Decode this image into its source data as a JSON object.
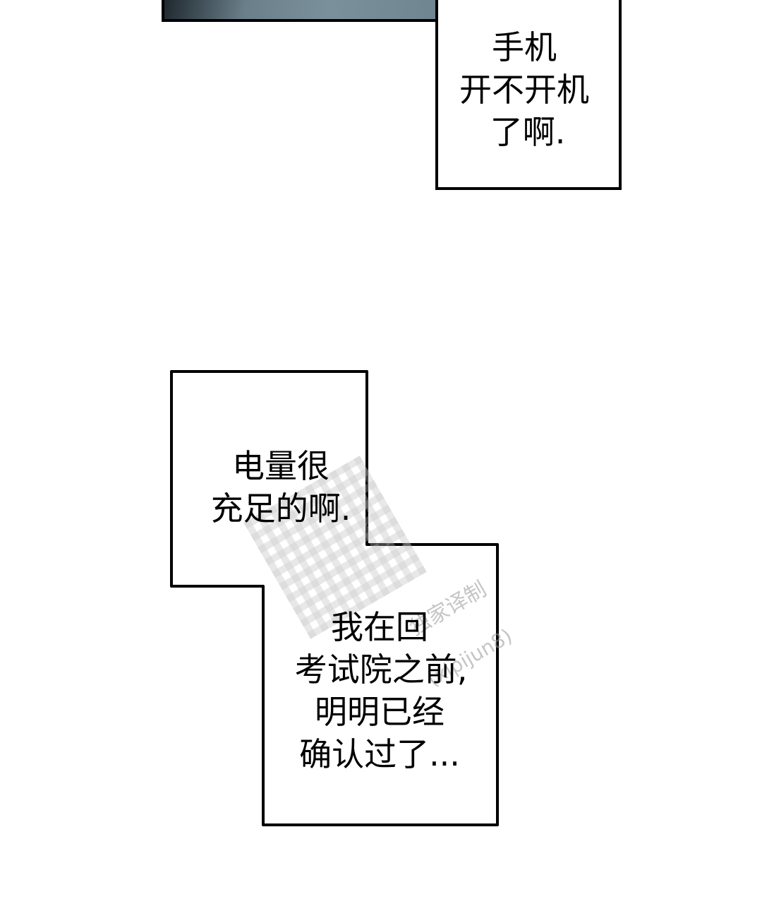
{
  "bubble_1": {
    "lines": [
      "手机",
      "开不开机",
      "了啊."
    ]
  },
  "bubble_2": {
    "lines": [
      "电量很",
      "充足的啊."
    ]
  },
  "bubble_3": {
    "lines": [
      "我在回",
      "考试院之前,",
      "明明已经",
      "确认过了..."
    ]
  },
  "watermark": {
    "line_1": "独家译制",
    "line_2": "(xipijun8)"
  },
  "colors": {
    "ink": "#000000",
    "panel_tone": "#6b7f8a"
  }
}
